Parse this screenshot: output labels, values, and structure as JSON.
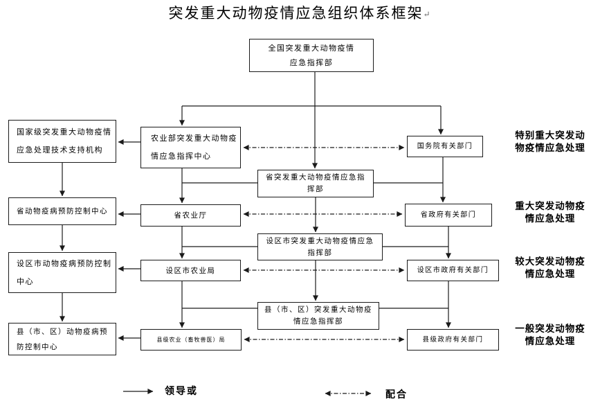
{
  "title": {
    "text": "突发重大动物疫情应急组织体系框架",
    "return_mark": "↵"
  },
  "boxes": {
    "national_hq": {
      "lines": [
        "全国突发重大动物疫情",
        "应急指挥部"
      ]
    },
    "tech_support": {
      "lines": [
        "国家级突发重大动物疫情",
        "应急处理技术支持机构"
      ]
    },
    "moa_center": {
      "lines": [
        "农业部突发重大动物疫",
        "情应急指挥中心"
      ]
    },
    "state_council": {
      "lines": [
        "国务院有关部门"
      ]
    },
    "prov_hq": {
      "lines": [
        "省突发重大动物疫情应急指",
        "挥部"
      ]
    },
    "prov_center": {
      "lines": [
        "省动物疫病预防控制中心"
      ]
    },
    "prov_agri": {
      "lines": [
        "省农业厅"
      ]
    },
    "prov_gov": {
      "lines": [
        "省政府有关部门"
      ]
    },
    "city_hq": {
      "lines": [
        "设区市突发重大动物疫情应急",
        "指挥部"
      ]
    },
    "city_center": {
      "lines": [
        "设区市动物疫病预防控制",
        "中心"
      ]
    },
    "city_agri": {
      "lines": [
        "设区市农业局"
      ]
    },
    "city_gov": {
      "lines": [
        "设区市政府有关部门"
      ]
    },
    "county_hq": {
      "lines": [
        "县（市、区）突发重大动物疫",
        "情应急指挥部"
      ]
    },
    "county_center": {
      "lines": [
        "县（市、区）动物疫病预",
        "防控制中心"
      ]
    },
    "county_agri": {
      "lines": [
        "县级农业（畜牧兽医）局"
      ]
    },
    "county_gov": {
      "lines": [
        "县级政府有关部门"
      ]
    }
  },
  "level_labels": [
    {
      "lines": [
        "特别重大突发动",
        "物疫情应急处理"
      ]
    },
    {
      "lines": [
        "重大突发动物疫",
        "情应急处理"
      ]
    },
    {
      "lines": [
        "较大突发动物疫",
        "情应急处理"
      ]
    },
    {
      "lines": [
        "一般突发动物疫",
        "情应急处理"
      ]
    }
  ],
  "legend": {
    "lead_label": "领导或",
    "coordinate_label": "配合"
  },
  "colors": {
    "line": "#1a1a1a",
    "border": "#1a1a1a",
    "background": "#ffffff"
  }
}
